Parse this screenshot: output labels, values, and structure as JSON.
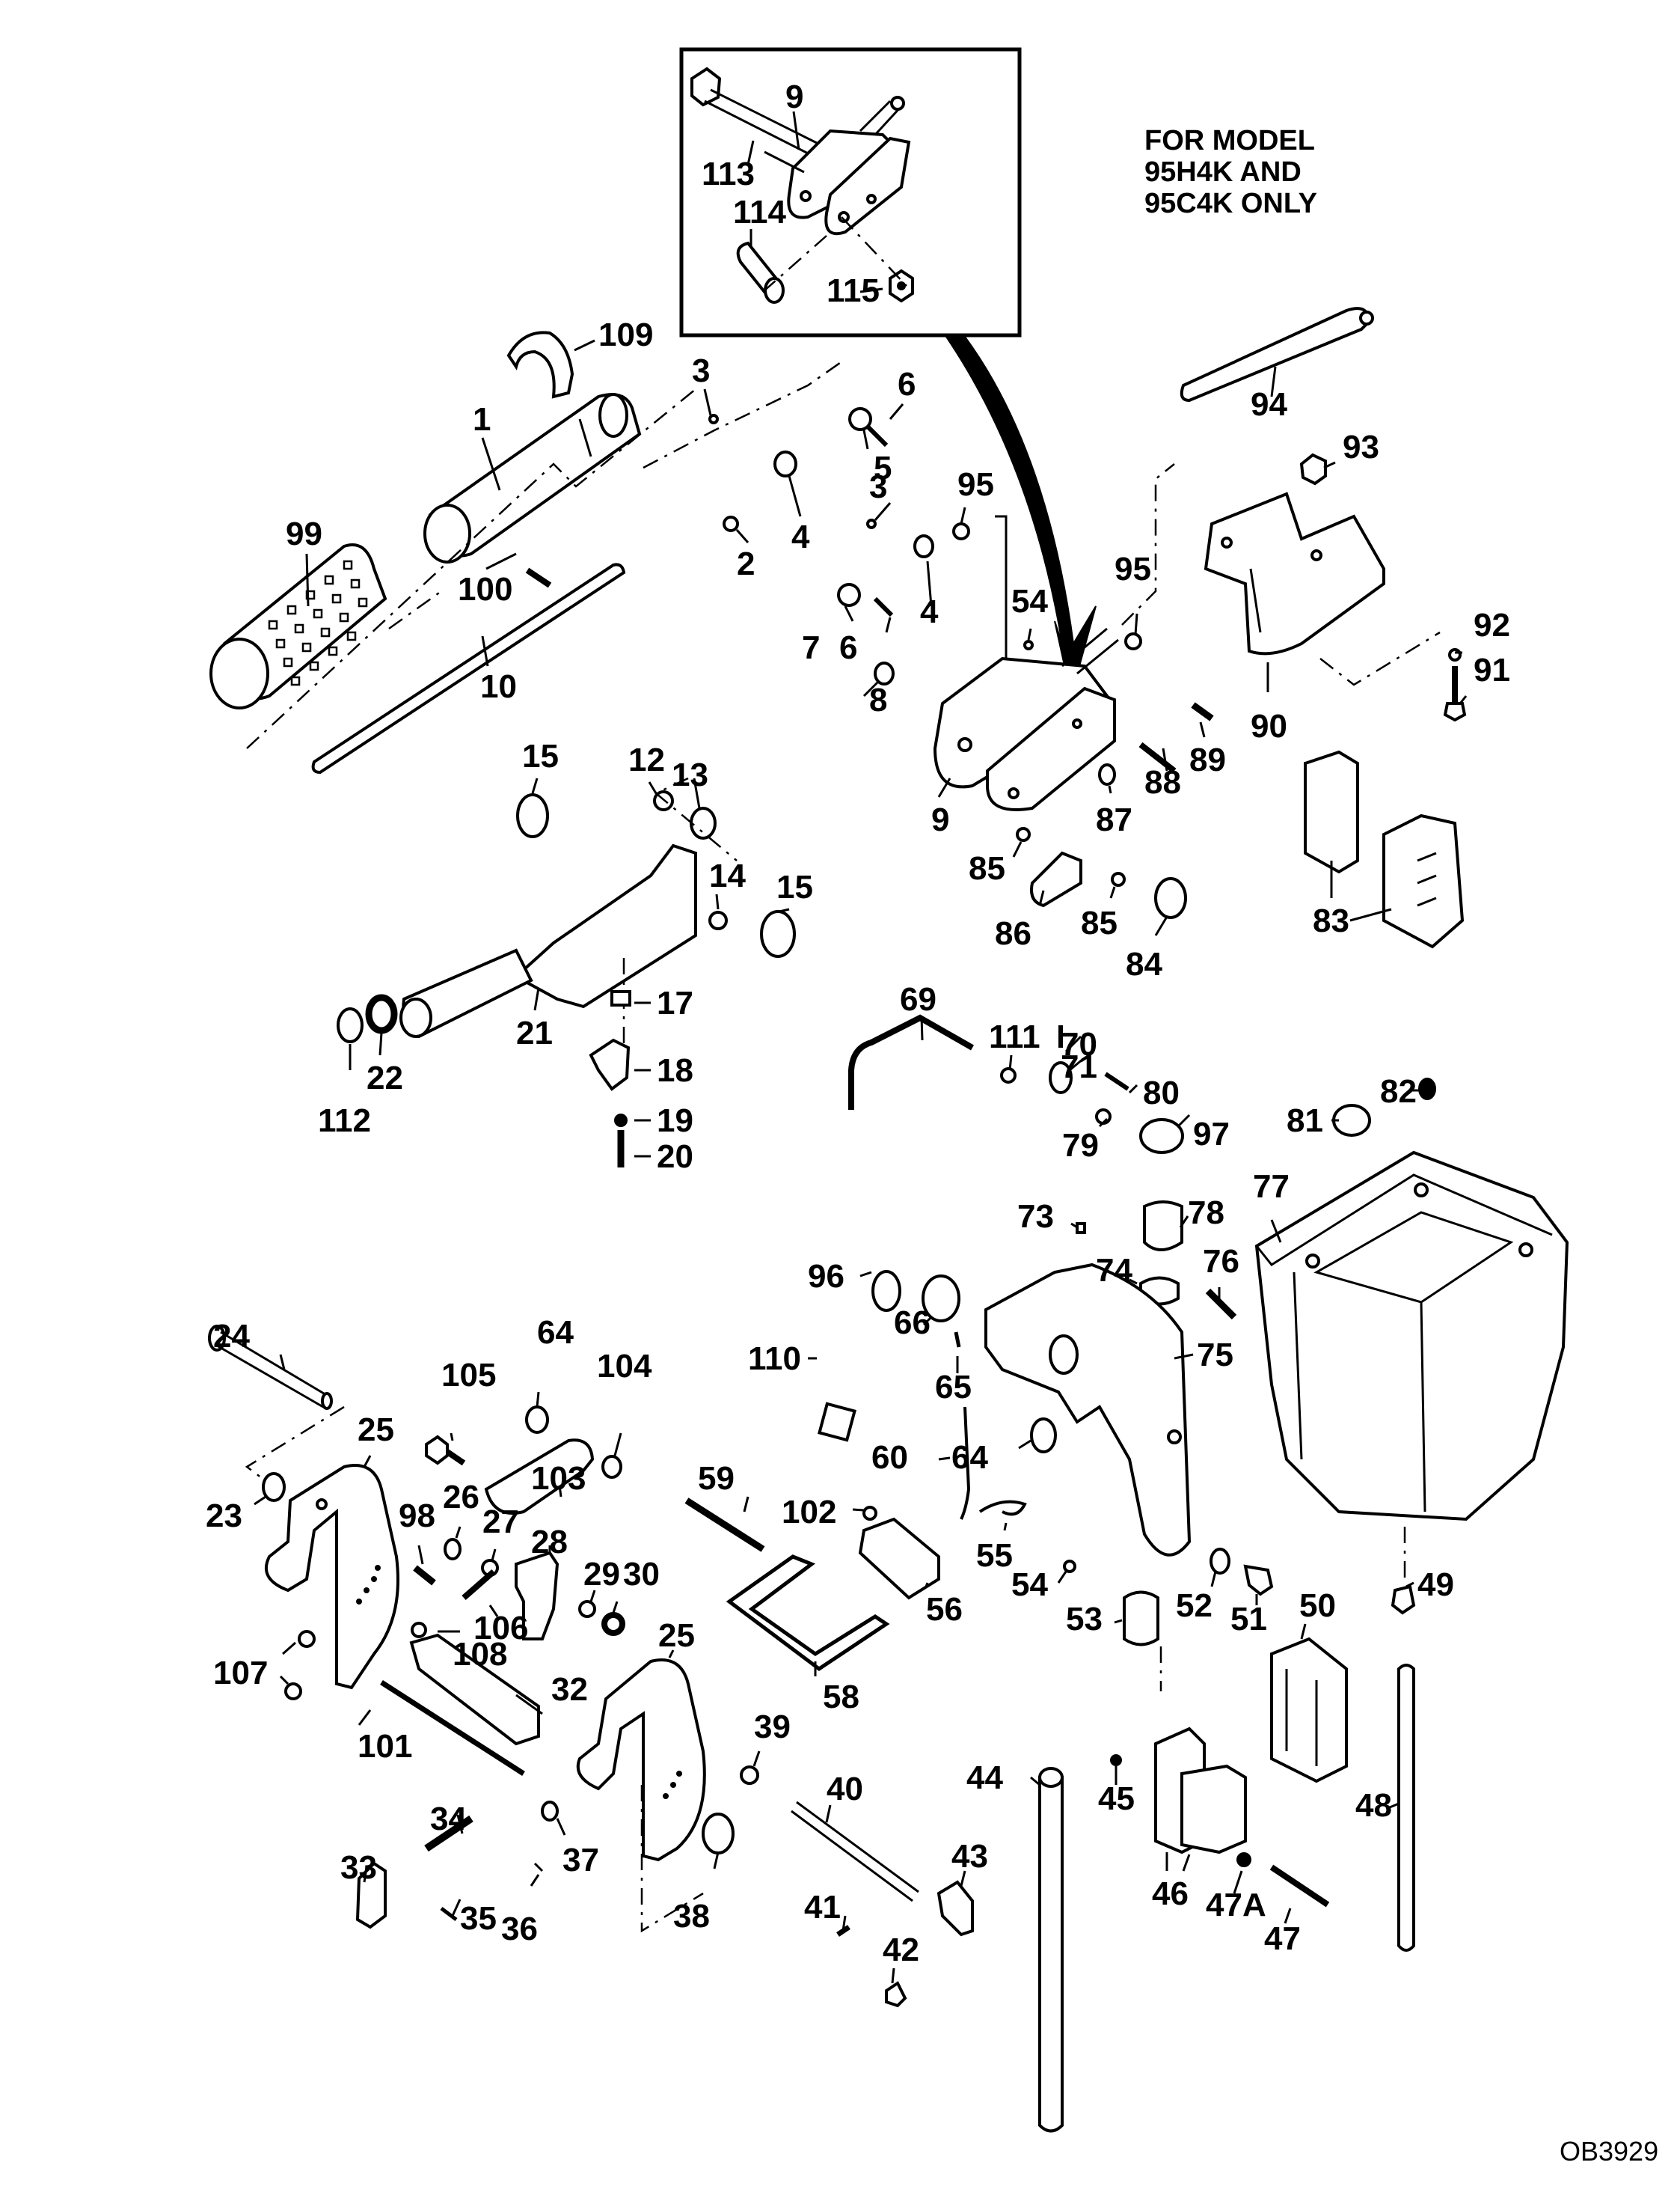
{
  "diagram": {
    "type": "exploded-parts-diagram",
    "inset_note": [
      "FOR MODEL",
      "95H4K AND",
      "95C4K ONLY"
    ],
    "figure_code": "OB3929",
    "inset_callouts": [
      "113",
      "9",
      "114",
      "115"
    ],
    "callouts": [
      "109",
      "1",
      "99",
      "100",
      "10",
      "3",
      "2",
      "4",
      "5",
      "6",
      "3",
      "4",
      "95",
      "7",
      "6",
      "8",
      "54",
      "95",
      "9",
      "94",
      "93",
      "90",
      "92",
      "91",
      "89",
      "88",
      "87",
      "85",
      "86",
      "85",
      "84",
      "83",
      "12",
      "13",
      "15",
      "14",
      "15",
      "21",
      "17",
      "18",
      "19",
      "20",
      "22",
      "112",
      "69",
      "111",
      "70",
      "71",
      "80",
      "79",
      "97",
      "81",
      "82",
      "77",
      "73",
      "78",
      "74",
      "76",
      "96",
      "66",
      "110",
      "65",
      "75",
      "60",
      "64",
      "102",
      "55",
      "54",
      "52",
      "51",
      "53",
      "56",
      "59",
      "58",
      "50",
      "49",
      "24",
      "64",
      "105",
      "104",
      "103",
      "25",
      "23",
      "98",
      "26",
      "27",
      "28",
      "106",
      "29",
      "30",
      "107",
      "108",
      "32",
      "101",
      "25",
      "39",
      "34",
      "37",
      "33",
      "35",
      "36",
      "38",
      "40",
      "41",
      "43",
      "42",
      "44",
      "45",
      "46",
      "47A",
      "47",
      "48"
    ]
  },
  "labels": {
    "l113": "113",
    "l9a": "9",
    "l114": "114",
    "l115": "115",
    "l109": "109",
    "l1": "1",
    "l99": "99",
    "l100": "100",
    "l10": "10",
    "l3a": "3",
    "l2": "2",
    "l4a": "4",
    "l5": "5",
    "l6a": "6",
    "l3b": "3",
    "l95a": "95",
    "l4b": "4",
    "l7": "7",
    "l6b": "6",
    "l8": "8",
    "l54a": "54",
    "l95b": "95",
    "l9b": "9",
    "l94": "94",
    "l93": "93",
    "l90": "90",
    "l92": "92",
    "l91": "91",
    "l89": "89",
    "l88": "88",
    "l87": "87",
    "l85a": "85",
    "l86": "86",
    "l85b": "85",
    "l84": "84",
    "l83": "83",
    "l12": "12",
    "l13": "13",
    "l15a": "15",
    "l14": "14",
    "l15b": "15",
    "l21": "21",
    "l17": "17",
    "l18": "18",
    "l19": "19",
    "l20": "20",
    "l22": "22",
    "l112": "112",
    "l69": "69",
    "l111": "111",
    "l70": "70",
    "l71": "71",
    "l80": "80",
    "l79": "79",
    "l97": "97",
    "l81": "81",
    "l82": "82",
    "l77": "77",
    "l73": "73",
    "l78": "78",
    "l74": "74",
    "l76": "76",
    "l96": "96",
    "l66": "66",
    "l110": "110",
    "l65": "65",
    "l75": "75",
    "l60": "60",
    "l64a": "64",
    "l102": "102",
    "l55": "55",
    "l54b": "54",
    "l52": "52",
    "l51": "51",
    "l53": "53",
    "l56": "56",
    "l59": "59",
    "l58": "58",
    "l50": "50",
    "l49": "49",
    "l24": "24",
    "l64b": "64",
    "l105": "105",
    "l104": "104",
    "l103": "103",
    "l25a": "25",
    "l23": "23",
    "l98": "98",
    "l26": "26",
    "l27": "27",
    "l28": "28",
    "l106": "106",
    "l29": "29",
    "l30": "30",
    "l107": "107",
    "l108": "108",
    "l32": "32",
    "l101": "101",
    "l25b": "25",
    "l39": "39",
    "l34": "34",
    "l37": "37",
    "l33": "33",
    "l35": "35",
    "l36": "36",
    "l38": "38",
    "l40": "40",
    "l41": "41",
    "l43": "43",
    "l42": "42",
    "l44": "44",
    "l45": "45",
    "l46": "46",
    "l47a": "47A",
    "l47": "47",
    "l48": "48"
  }
}
